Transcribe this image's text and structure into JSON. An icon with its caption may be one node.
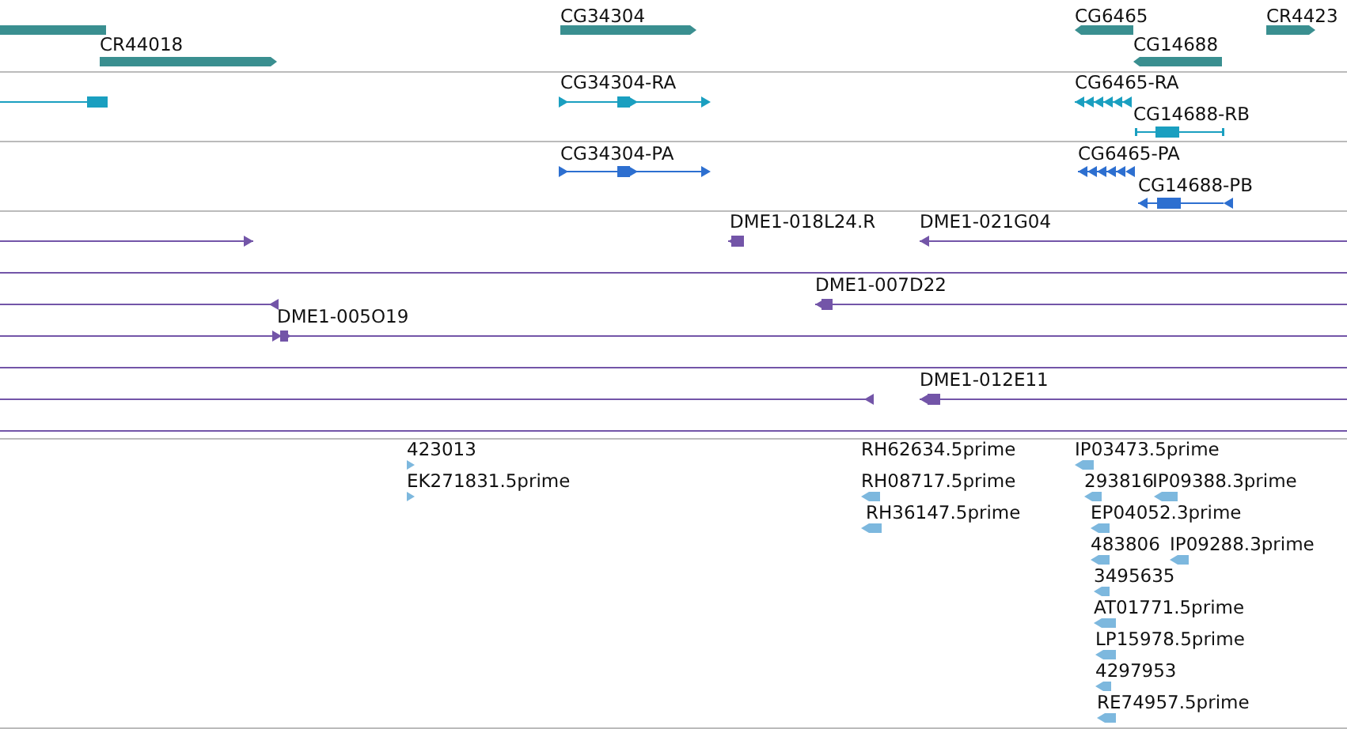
{
  "diagram": {
    "labels": [
      "CG34304",
      "CG6465",
      "CR4423",
      "CR44018",
      "CG14688",
      "CG34304-RA",
      "CG6465-RA",
      "CG14688-RB",
      "CG34304-PA",
      "CG6465-PA",
      "CG14688-PB",
      "DME1-018L24.R",
      "DME1-021G04",
      "DME1-007D22",
      "DME1-005O19",
      "DME1-012E11",
      "423013",
      "RH62634.5prime",
      "IP03473.5prime",
      "EK271831.5prime",
      "RH08717.5prime",
      "293816",
      "IP09388.3prime",
      "RH36147.5prime",
      "EP04052.3prime",
      "483806",
      "IP09288.3prime",
      "3495635",
      "AT01771.5prime",
      "LP15978.5prime",
      "4297953",
      "RE74957.5prime"
    ]
  }
}
